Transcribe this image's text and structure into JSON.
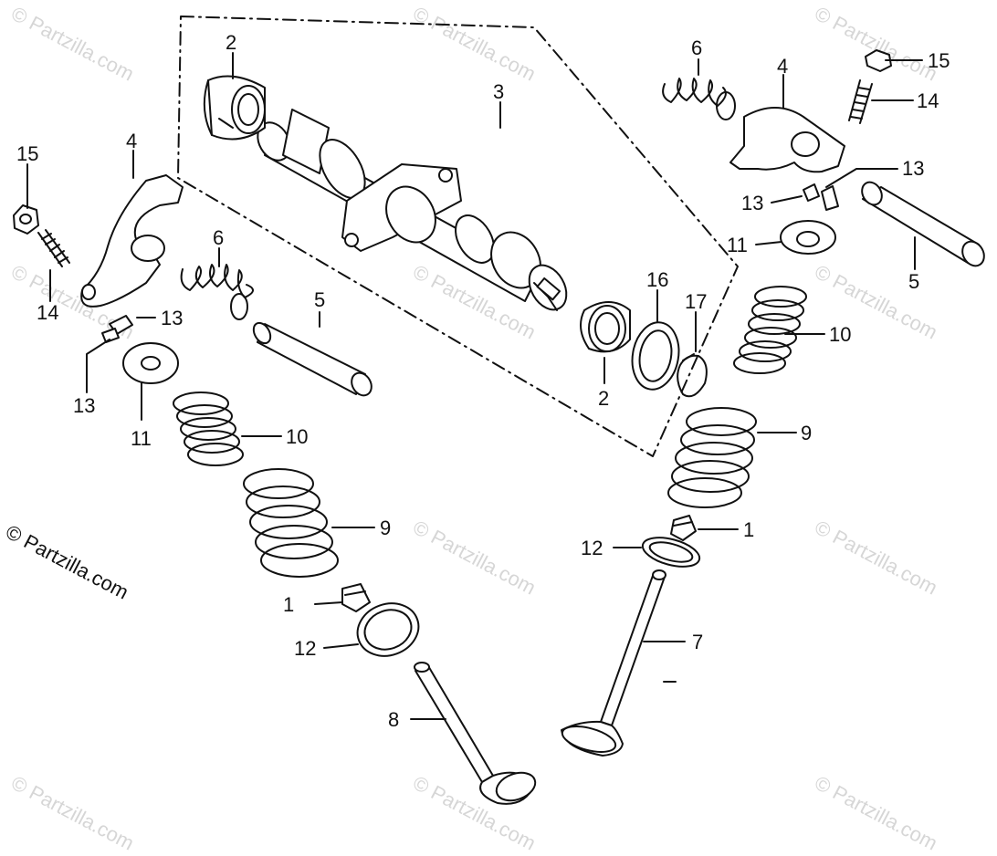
{
  "watermark": "© Partzilla.com",
  "callouts": {
    "c1a": "1",
    "c1b": "1",
    "c2a": "2",
    "c2b": "2",
    "c3": "3",
    "c4a": "4",
    "c4b": "4",
    "c5a": "5",
    "c5b": "5",
    "c6a": "6",
    "c6b": "6",
    "c7": "7",
    "c8": "8",
    "c9a": "9",
    "c9b": "9",
    "c10a": "10",
    "c10b": "10",
    "c11a": "11",
    "c11b": "11",
    "c12a": "12",
    "c12b": "12",
    "c13a": "13",
    "c13b": "13",
    "c13c": "13",
    "c13d": "13",
    "c14a": "14",
    "c14b": "14",
    "c15a": "15",
    "c15b": "15",
    "c16": "16",
    "c17": "17"
  }
}
